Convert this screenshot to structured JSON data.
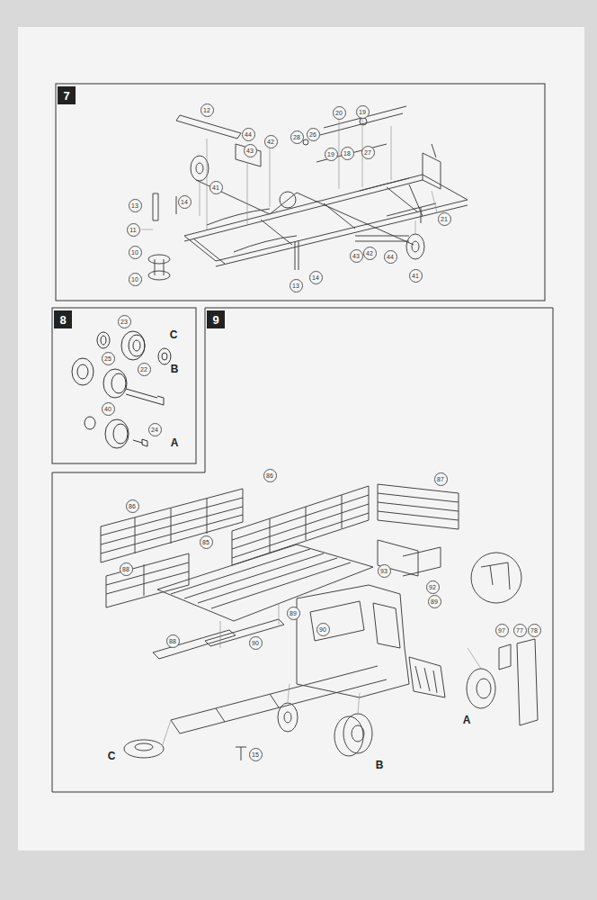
{
  "diagram": {
    "nodes": [
      {
        "text": [
          "7"
        ]
      },
      {
        "text": [
          "8"
        ]
      },
      {
        "text": [
          "9"
        ]
      }
    ],
    "labels": [
      "12",
      "44",
      "42",
      "43",
      "41",
      "28",
      "26",
      "20",
      "19",
      "19",
      "18",
      "27",
      "21",
      "13",
      "14",
      "11",
      "10",
      "10",
      "13",
      "14",
      "43",
      "42",
      "44",
      "41",
      "23",
      "C",
      "25",
      "22",
      "B",
      "40",
      "24",
      "A",
      "86",
      "86",
      "87",
      "85",
      "88",
      "93",
      "92",
      "89",
      "89",
      "90",
      "90",
      "88",
      "97",
      "77",
      "78",
      "A",
      "C",
      "15",
      "B"
    ]
  }
}
